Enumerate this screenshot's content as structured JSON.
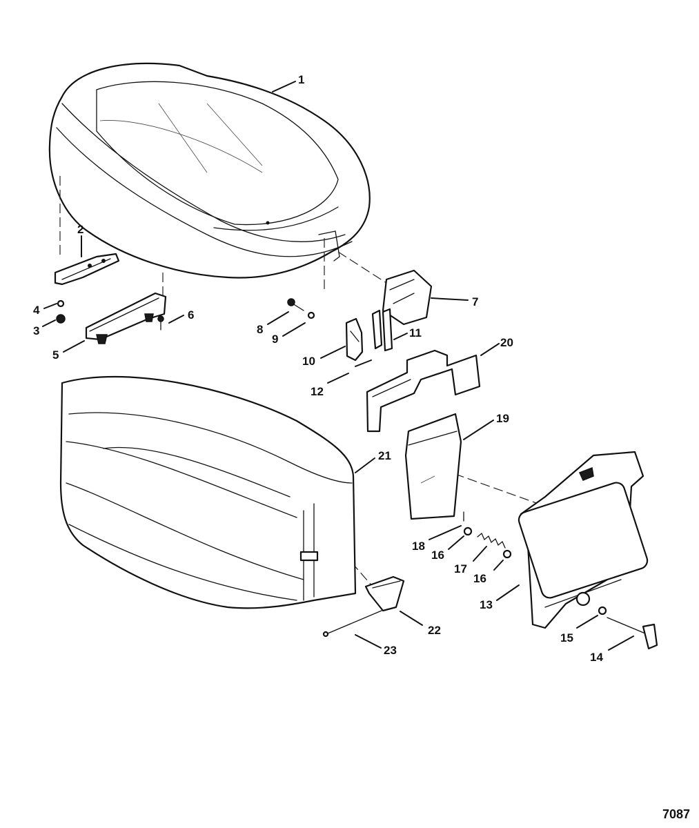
{
  "callouts": {
    "c1": "1",
    "c2": "2",
    "c3": "3",
    "c4": "4",
    "c5": "5",
    "c6": "6",
    "c7": "7",
    "c8": "8",
    "c9": "9",
    "c10": "10",
    "c11": "11",
    "c12": "12",
    "c13": "13",
    "c14": "14",
    "c15": "15",
    "c16a": "16",
    "c16b": "16",
    "c17": "17",
    "c18": "18",
    "c19": "19",
    "c20": "20",
    "c21": "21",
    "c22": "22",
    "c23": "23"
  },
  "figure_code": "7087"
}
